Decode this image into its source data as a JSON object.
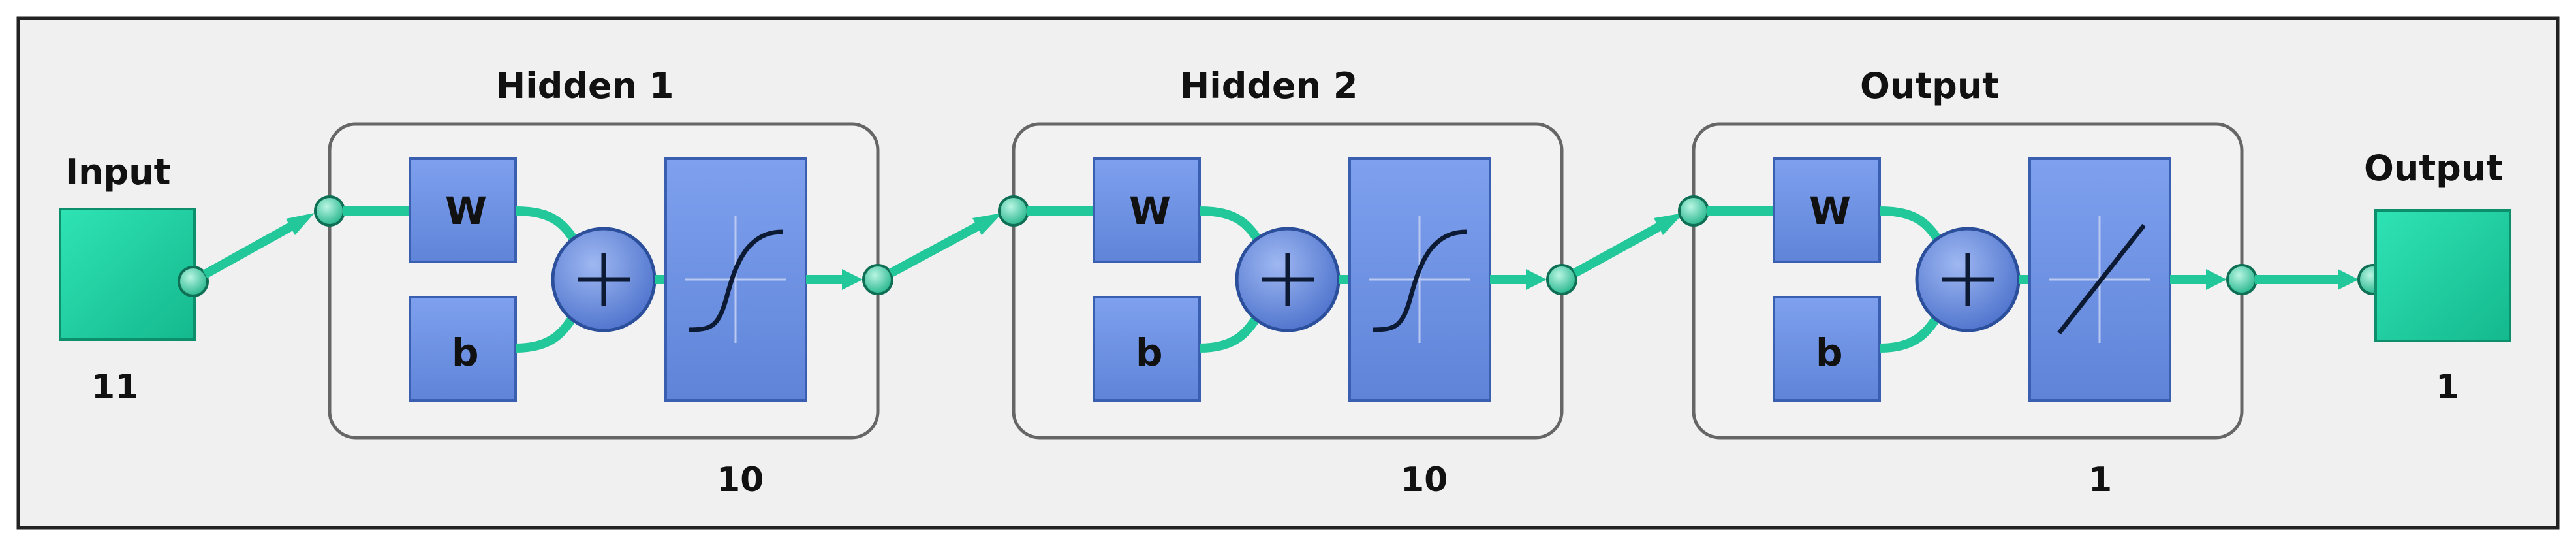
{
  "input": {
    "label": "Input",
    "size": "11"
  },
  "layers": [
    {
      "title": "Hidden 1",
      "size": "10",
      "weight_label": "W",
      "bias_label": "b",
      "transfer": "tansig"
    },
    {
      "title": "Hidden 2",
      "size": "10",
      "weight_label": "W",
      "bias_label": "b",
      "transfer": "tansig"
    },
    {
      "title": "Output",
      "size": "1",
      "weight_label": "W",
      "bias_label": "b",
      "transfer": "purelin"
    }
  ],
  "output": {
    "label": "Output",
    "size": "1"
  },
  "colors": {
    "frame_bg": "#f0f0f0",
    "block_blue": "#6f93e6",
    "block_border": "#3a5fb0",
    "io_green": "#1fd6a8",
    "connector": "#22c79a",
    "layer_box": "#f2f2f2"
  }
}
